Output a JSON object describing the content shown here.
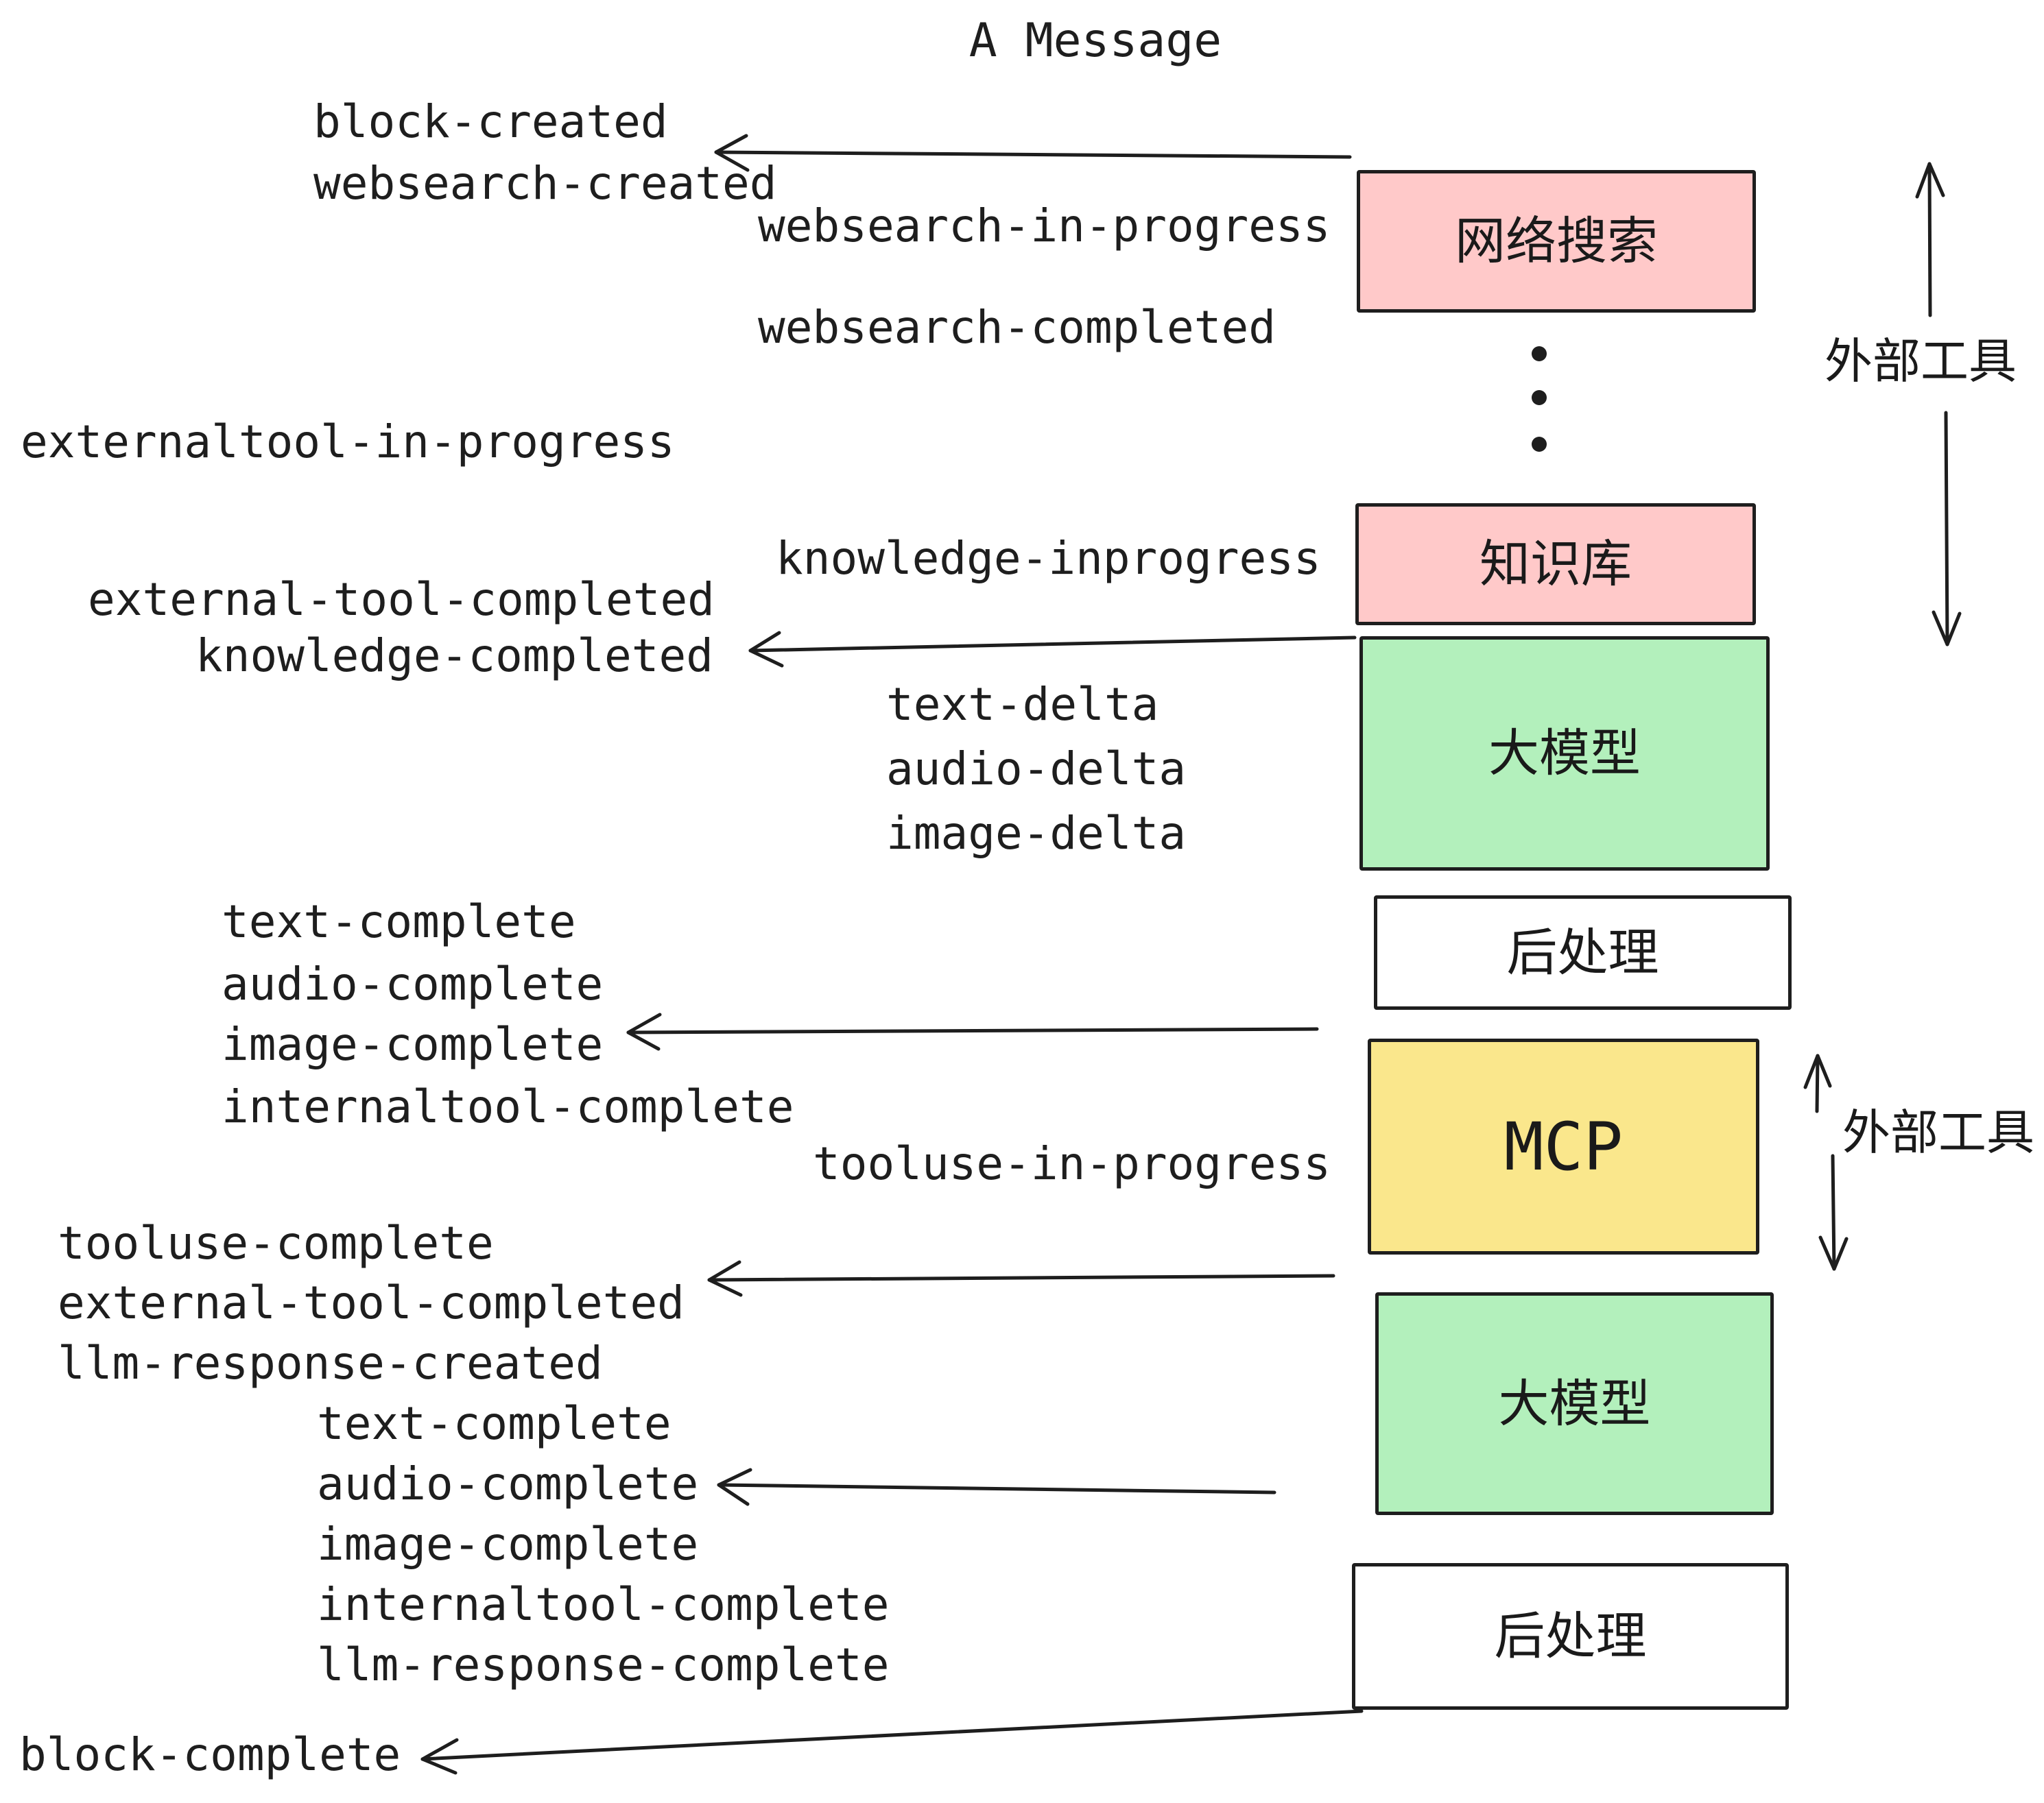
{
  "title": "A Message",
  "events": [
    {
      "text": "block-created"
    },
    {
      "text": "websearch-created"
    },
    {
      "text": "websearch-in-progress"
    },
    {
      "text": "websearch-completed"
    },
    {
      "text": "externaltool-in-progress"
    },
    {
      "text": "knowledge-inprogress"
    },
    {
      "text": "external-tool-completed"
    },
    {
      "text": "knowledge-completed"
    },
    {
      "text": "text-delta"
    },
    {
      "text": "audio-delta"
    },
    {
      "text": "image-delta"
    },
    {
      "text": "text-complete"
    },
    {
      "text": "audio-complete"
    },
    {
      "text": "image-complete"
    },
    {
      "text": "internaltool-complete"
    },
    {
      "text": "tooluse-in-progress"
    },
    {
      "text": "tooluse-complete"
    },
    {
      "text": "external-tool-completed"
    },
    {
      "text": "llm-response-created"
    },
    {
      "text": "text-complete"
    },
    {
      "text": "audio-complete"
    },
    {
      "text": "image-complete"
    },
    {
      "text": "internaltool-complete"
    },
    {
      "text": "llm-response-complete"
    },
    {
      "text": "block-complete"
    }
  ],
  "boxes": [
    {
      "label": "网络搜索",
      "color": "#FFC9C9"
    },
    {
      "label": "知识库",
      "color": "#FFC9C9"
    },
    {
      "label": "大模型",
      "color": "#B3F0BC"
    },
    {
      "label": "后处理",
      "color": "#FFFFFF"
    },
    {
      "label": "MCP",
      "color": "#FAE78C"
    },
    {
      "label": "大模型",
      "color": "#B3F0BC"
    },
    {
      "label": "后处理",
      "color": "#FFFFFF"
    }
  ],
  "side_labels": [
    {
      "text": "外部工具"
    },
    {
      "text": "外部工具"
    }
  ],
  "colors": {
    "ink": "#1E1E1E",
    "pink": "#FFC9C9",
    "green": "#B3F0BC",
    "yellow": "#FAE78C",
    "white": "#FFFFFF"
  }
}
